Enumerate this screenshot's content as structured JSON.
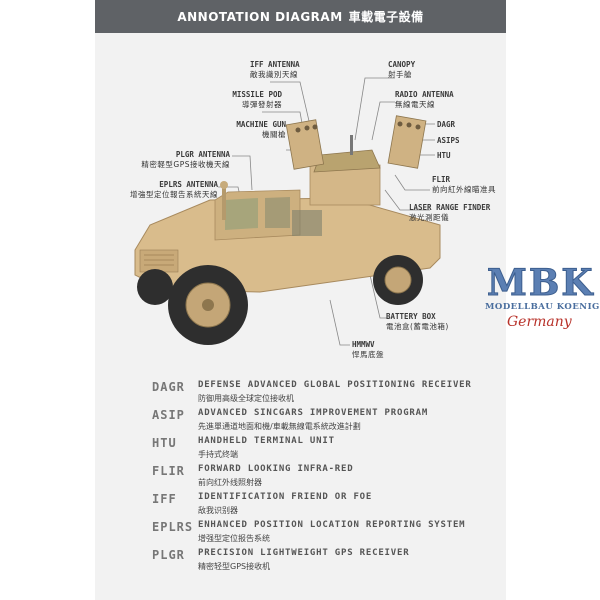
{
  "header": {
    "title_en": "ANNOTATION DIAGRAM",
    "title_zh": "車載電子設備"
  },
  "callouts": {
    "iff": {
      "en": "IFF ANTENNA",
      "zh": "敵我識別天線"
    },
    "missile_pod": {
      "en": "MISSILE POD",
      "zh": "導彈發射器"
    },
    "machine_gun": {
      "en": "MACHINE GUN",
      "zh": "機關槍"
    },
    "plgr": {
      "en": "PLGR ANTENNA",
      "zh": "精密軽型GPS接收機天線"
    },
    "eplrs": {
      "en": "EPLRS ANTENNA",
      "zh": "增強型定位報告系統天線"
    },
    "canopy": {
      "en": "CANOPY",
      "zh": "射手艙"
    },
    "radio": {
      "en": "RADIO ANTENNA",
      "zh": "無線電天線"
    },
    "dagr": {
      "en": "DAGR"
    },
    "asips": {
      "en": "ASIPS"
    },
    "htu": {
      "en": "HTU"
    },
    "flir": {
      "en": "FLIR",
      "zh": "前向紅外線瞄准具"
    },
    "lrf": {
      "en": "LASER RANGE FINDER",
      "zh": "激光測距儀"
    },
    "battery": {
      "en": "BATTERY BOX",
      "zh": "電池盒(蓄電池箱)"
    },
    "hmmwv": {
      "en": "HMMWV",
      "zh": "悍馬底盤"
    }
  },
  "legend": [
    {
      "abbr": "DAGR",
      "full": "DEFENSE ADVANCED GLOBAL POSITIONING RECEIVER",
      "zh": "防御用高级全球定位接收机"
    },
    {
      "abbr": "ASIP",
      "full": "ADVANCED SINCGARS IMPROVEMENT PROGRAM",
      "zh": "先進單通道地面和機/車載無線電系統改進計劃"
    },
    {
      "abbr": "HTU",
      "full": "HANDHELD TERMINAL UNIT",
      "zh": "手持式终端"
    },
    {
      "abbr": "FLIR",
      "full": "FORWARD LOOKING INFRA-RED",
      "zh": "前向红外线照射器"
    },
    {
      "abbr": "IFF",
      "full": "IDENTIFICATION FRIEND OR FOE",
      "zh": "敌我识别器"
    },
    {
      "abbr": "EPLRS",
      "full": "ENHANCED POSITION LOCATION REPORTING SYSTEM",
      "zh": "增强型定位报告系统"
    },
    {
      "abbr": "PLGR",
      "full": "PRECISION LIGHTWEIGHT GPS RECEIVER",
      "zh": "精密轻型GPS接收机"
    }
  ],
  "logo": {
    "brand": "MBK",
    "line2": "MODELLBAU KOENIG",
    "line3": "Germany"
  },
  "colors": {
    "banner": "#5f6266",
    "vehicle": "#d6b98a",
    "logo_blue": "#5b7fb3",
    "logo_red": "#b8322a"
  }
}
